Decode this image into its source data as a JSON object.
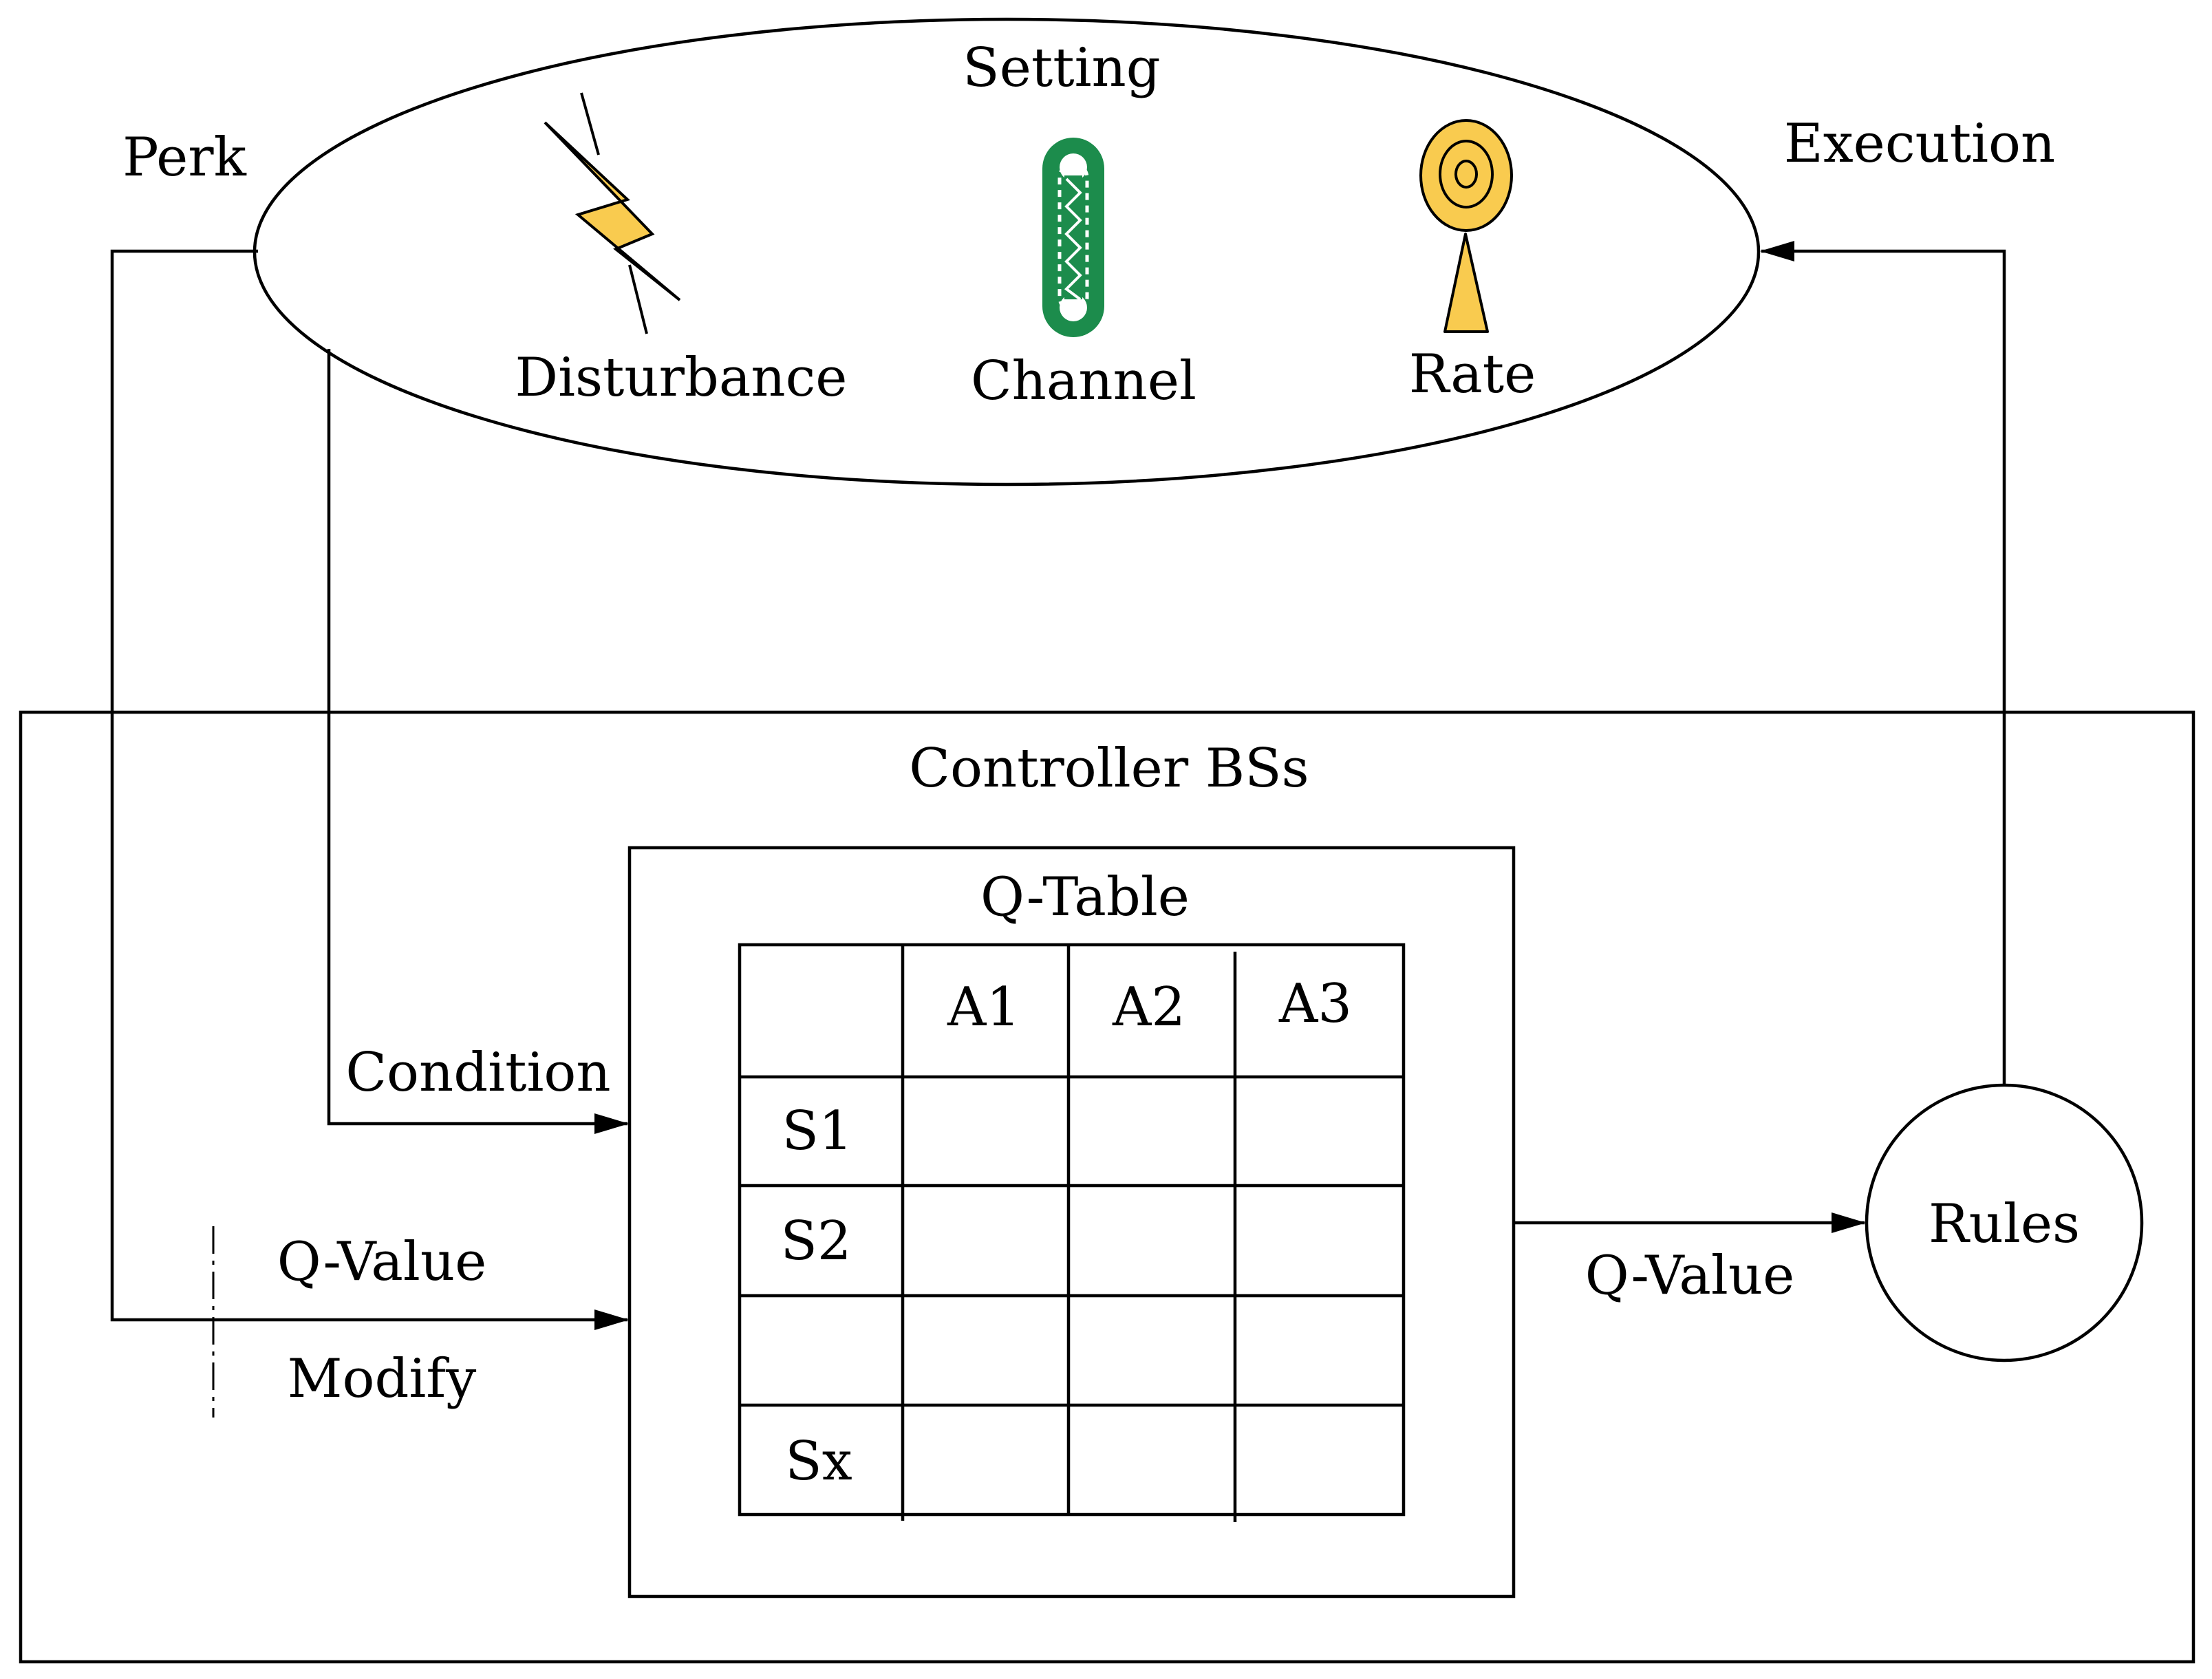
{
  "setting": {
    "title": "Setting",
    "items": [
      {
        "label": "Disturbance",
        "icon": "lightning-icon",
        "color": "#f9cb4f"
      },
      {
        "label": "Channel",
        "icon": "chain-link-icon",
        "color": "#1c8c4c"
      },
      {
        "label": "Rate",
        "icon": "antenna-icon",
        "color": "#f9cb4f"
      }
    ]
  },
  "flow": {
    "perk_label": "Perk",
    "execution_label": "Execution",
    "condition_label": "Condition",
    "qvalue_in_label": "Q-Value",
    "modify_label": "Modify",
    "qvalue_out_label": "Q-Value"
  },
  "controller": {
    "title": "Controller BSs",
    "qtable": {
      "title": "Q-Table",
      "columns": [
        "",
        "A1",
        "A2",
        "A3"
      ],
      "rows": [
        "S1",
        "S2",
        "",
        "Sx"
      ]
    },
    "rules_label": "Rules"
  }
}
